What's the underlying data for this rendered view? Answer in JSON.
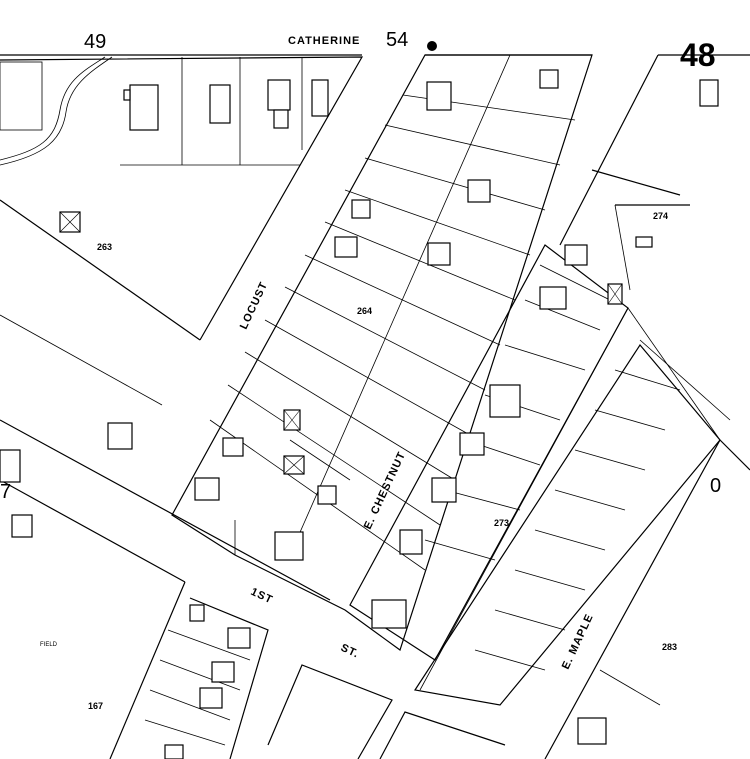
{
  "sheet_numbers": {
    "top_left": "49",
    "top_center": "54",
    "top_right": "48",
    "left_edge": "7",
    "right_edge": "0"
  },
  "streets": {
    "catherine": "CATHERINE",
    "locust": "LOCUST",
    "e_chestnut": "E. CHESTNUT",
    "e_maple": "E. MAPLE",
    "first_st_a": "1ST",
    "first_st_b": "ST."
  },
  "blocks": {
    "b263": "263",
    "b264": "264",
    "b273": "273",
    "b274": "274",
    "b283": "283",
    "b167": "167"
  },
  "notes": {
    "field": "FIELD"
  },
  "colors": {
    "ink": "#000000",
    "paper": "#ffffff"
  }
}
